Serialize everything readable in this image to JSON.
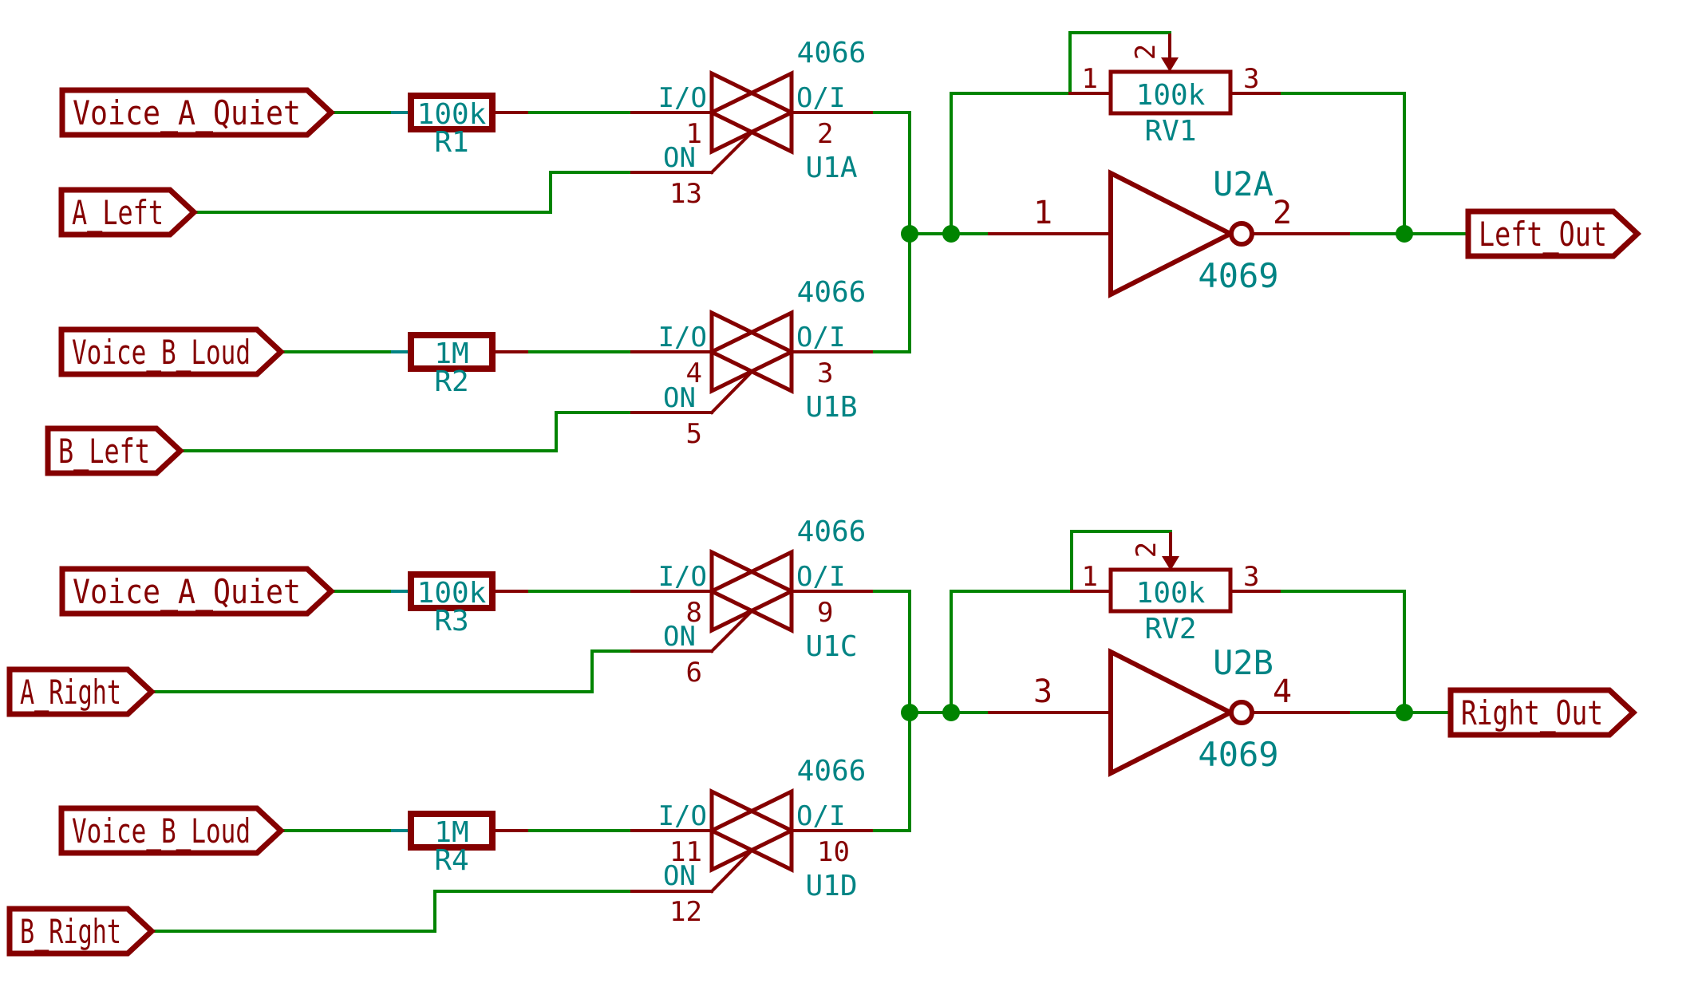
{
  "colors": {
    "wire_green": "#008400",
    "symbol_dark_red": "#840000",
    "field_teal": "#008484",
    "background": "#ffffff"
  },
  "schematic": {
    "global_labels": [
      {
        "text": "Voice_A_Quiet"
      },
      {
        "text": "A_Left"
      },
      {
        "text": "Voice_B_Loud"
      },
      {
        "text": "B_Left"
      },
      {
        "text": "Voice_A_Quiet"
      },
      {
        "text": "A_Right"
      },
      {
        "text": "Voice_B_Loud"
      },
      {
        "text": "B_Right"
      },
      {
        "text": "Left_Out"
      },
      {
        "text": "Right_Out"
      }
    ],
    "resistors": [
      {
        "ref": "R1",
        "value": "100k"
      },
      {
        "ref": "R2",
        "value": "1M"
      },
      {
        "ref": "R3",
        "value": "100k"
      },
      {
        "ref": "R4",
        "value": "1M"
      }
    ],
    "analog_switches": [
      {
        "ref": "U1A",
        "part": "4066",
        "pin_in_name": "I/O",
        "pin_in_num": "1",
        "pin_out_name": "O/I",
        "pin_out_num": "2",
        "pin_en_name": "ON",
        "pin_en_num": "13"
      },
      {
        "ref": "U1B",
        "part": "4066",
        "pin_in_name": "I/O",
        "pin_in_num": "4",
        "pin_out_name": "O/I",
        "pin_out_num": "3",
        "pin_en_name": "ON",
        "pin_en_num": "5"
      },
      {
        "ref": "U1C",
        "part": "4066",
        "pin_in_name": "I/O",
        "pin_in_num": "8",
        "pin_out_name": "O/I",
        "pin_out_num": "9",
        "pin_en_name": "ON",
        "pin_en_num": "6"
      },
      {
        "ref": "U1D",
        "part": "4066",
        "pin_in_name": "I/O",
        "pin_in_num": "11",
        "pin_out_name": "O/I",
        "pin_out_num": "10",
        "pin_en_name": "ON",
        "pin_en_num": "12"
      }
    ],
    "potentiometers": [
      {
        "ref": "RV1",
        "value": "100k",
        "pin1": "1",
        "pin2": "2",
        "pin3": "3"
      },
      {
        "ref": "RV2",
        "value": "100k",
        "pin1": "1",
        "pin2": "2",
        "pin3": "3"
      }
    ],
    "inverters": [
      {
        "ref": "U2A",
        "part": "4069",
        "pin_in": "1",
        "pin_out": "2"
      },
      {
        "ref": "U2B",
        "part": "4069",
        "pin_in": "3",
        "pin_out": "4"
      }
    ]
  }
}
